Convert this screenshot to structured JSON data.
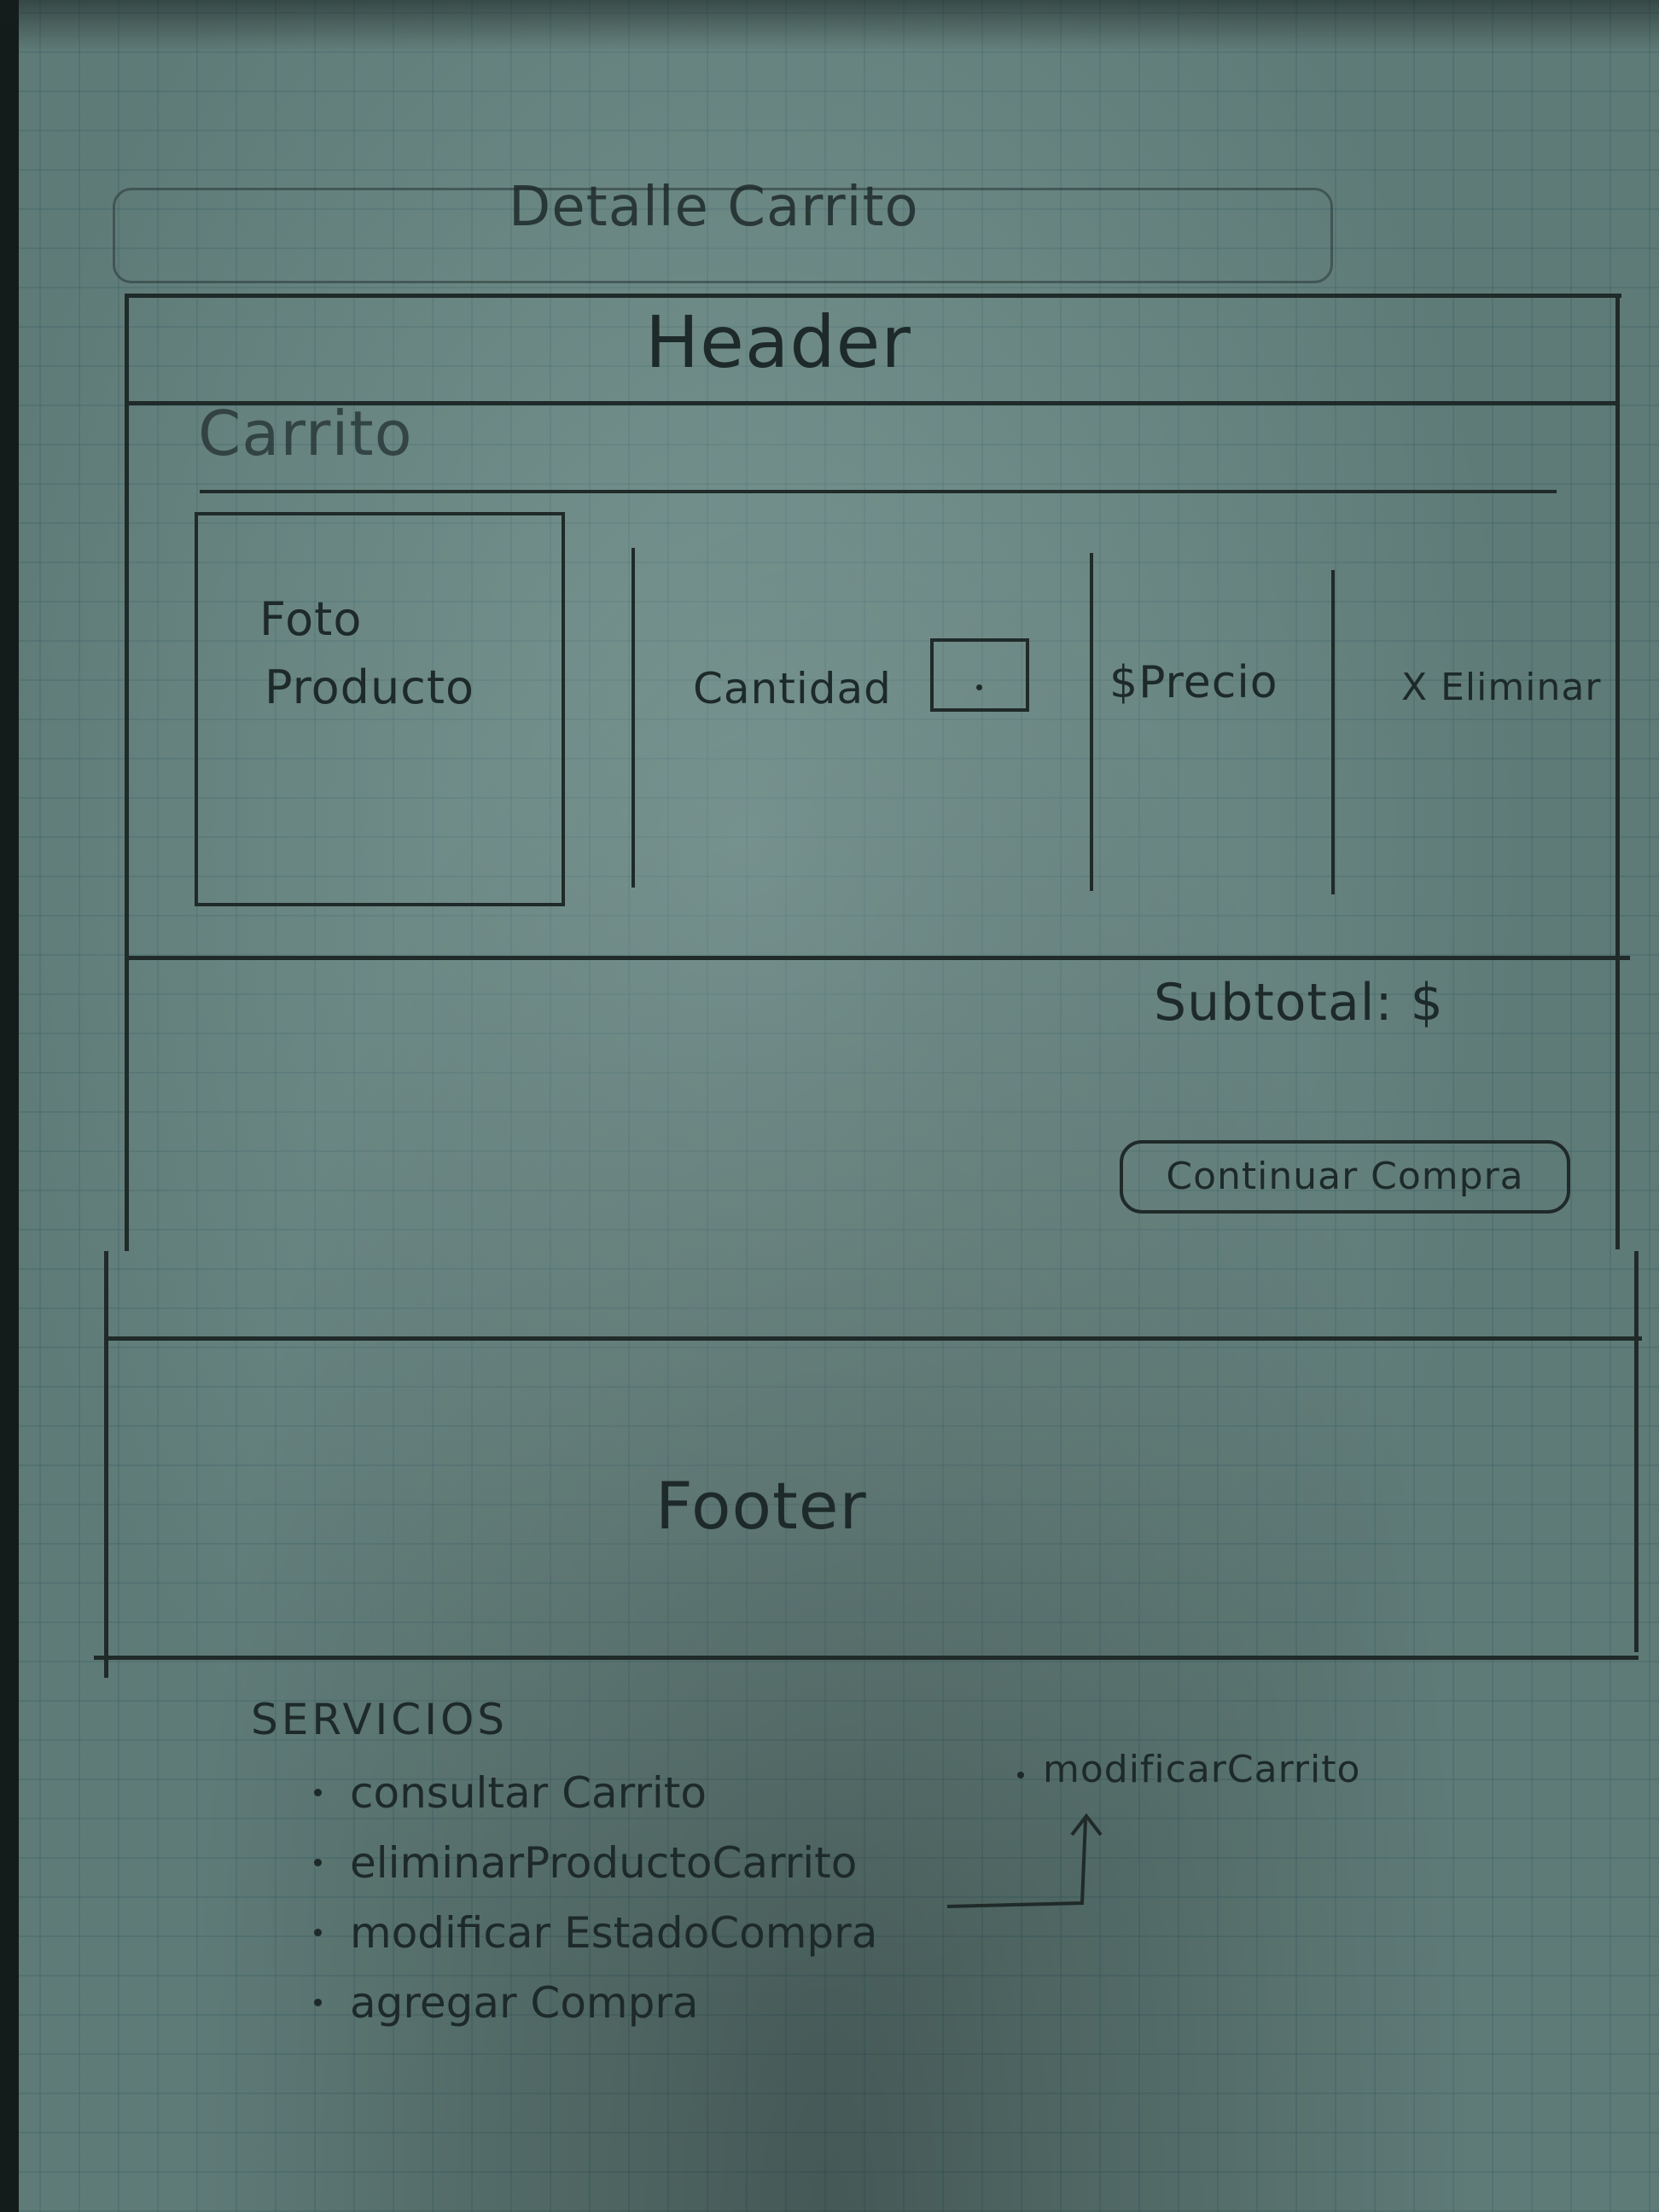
{
  "sketch": {
    "page_title": "Detalle Carrito",
    "header_label": "Header",
    "cart_section_label": "Carrito",
    "product_photo_label_line1": "Foto",
    "product_photo_label_line2": "Producto",
    "quantity_label": "Cantidad",
    "price_label": "$Precio",
    "remove_label": "X Eliminar",
    "subtotal_label": "Subtotal: $",
    "continue_button_label": "Continuar Compra",
    "footer_label": "Footer"
  },
  "services": {
    "heading": "SERVICIOS",
    "items": [
      "consultar Carrito",
      "eliminarProductoCarrito",
      "modificar EstadoCompra",
      "agregar Compra"
    ],
    "side_note": "modificarCarrito"
  }
}
